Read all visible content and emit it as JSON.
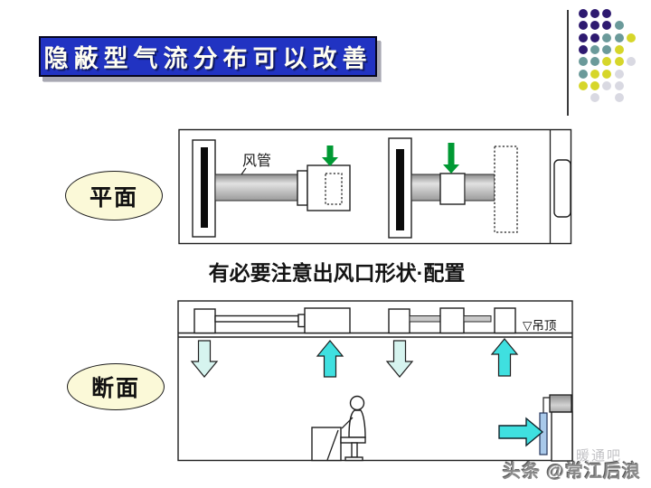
{
  "title": {
    "text": "隐蔽型气流分布可以改善"
  },
  "labels": {
    "plan": "平面",
    "section": "断面",
    "duct": "风管",
    "ceiling": "▽吊顶"
  },
  "caption": {
    "main": "有必要注意出风口形状",
    "emphasis": "·配置"
  },
  "watermarks": {
    "ghost": "暖通吧",
    "main": "头条 @常江后浪"
  },
  "colors": {
    "title_bg": "#2133c2",
    "title_text": "#fffef2",
    "ellipse_bg": "#fbf9d8",
    "green_arrow": "#009933",
    "cyan_bright": "#3fe0e0",
    "cyan_pale": "#d6f4ef",
    "panel_blue": "#a9c9ea"
  },
  "decoration": {
    "dot_rows": [
      "PPP",
      "PPPT",
      "PPTTY",
      "PTTY",
      "TTYYG",
      "TYYG",
      "YYGG",
      ".G.G"
    ],
    "dot_palette": {
      "P": "#2e1a70",
      "T": "#6b9a9a",
      "Y": "#d6d62a",
      "G": "#d9d9e2"
    }
  }
}
